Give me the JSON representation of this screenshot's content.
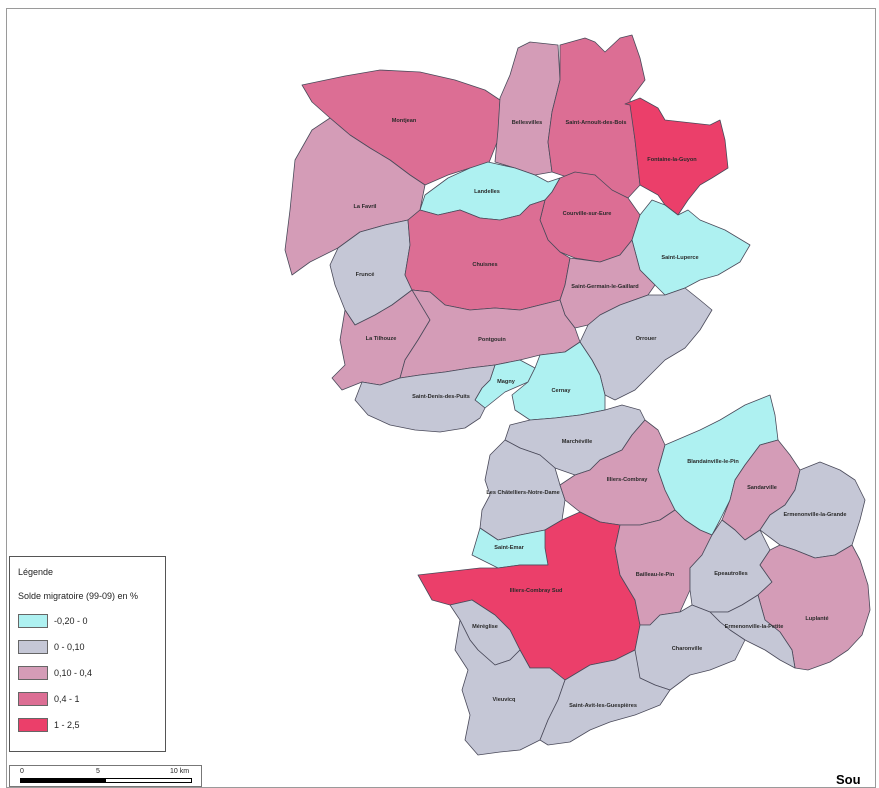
{
  "legend": {
    "title": "Légende",
    "subtitle": "Solde migratoire (99-09) en %",
    "classes": [
      {
        "label": "-0,20 - 0",
        "color": "#aef1f1"
      },
      {
        "label": "0 - 0,10",
        "color": "#c5c7d6"
      },
      {
        "label": "0,10 - 0,4",
        "color": "#d49cb7"
      },
      {
        "label": "0,4 - 1",
        "color": "#dc6e94"
      },
      {
        "label": "1 - 2,5",
        "color": "#eb3f6a"
      }
    ]
  },
  "scale_bar": {
    "labels": [
      "0",
      "5",
      "10 km"
    ]
  },
  "source_text": "Sou",
  "communes": [
    {
      "name": "Montjean",
      "class": 3
    },
    {
      "name": "Bellesvilles",
      "class": 2
    },
    {
      "name": "Saint-Arnoult-des-Bois",
      "class": 3
    },
    {
      "name": "Fontaine-la-Guyon",
      "class": 4
    },
    {
      "name": "Landelles",
      "class": 0
    },
    {
      "name": "La Favril",
      "class": 2
    },
    {
      "name": "Courville-sur-Eure",
      "class": 3
    },
    {
      "name": "Fruncé",
      "class": 1
    },
    {
      "name": "Chuisnes",
      "class": 3
    },
    {
      "name": "Saint-Luperce",
      "class": 0
    },
    {
      "name": "Saint-Germain-le-Gaillard",
      "class": 2
    },
    {
      "name": "La Tilhouze",
      "class": 2
    },
    {
      "name": "Pontgouin",
      "class": 2
    },
    {
      "name": "Orrouer",
      "class": 1
    },
    {
      "name": "Magny",
      "class": 0
    },
    {
      "name": "Cernay",
      "class": 0
    },
    {
      "name": "Saint-Denis-des-Puits",
      "class": 1
    },
    {
      "name": "Marchéville",
      "class": 1
    },
    {
      "name": "Les Châtelliers-Notre-Dame",
      "class": 1
    },
    {
      "name": "Illiers-Combray",
      "class": 2
    },
    {
      "name": "Blandainville-le-Pin",
      "class": 0
    },
    {
      "name": "Sandarville",
      "class": 2
    },
    {
      "name": "Ermenonville-la-Grande",
      "class": 1
    },
    {
      "name": "Saint-Emar",
      "class": 0
    },
    {
      "name": "Illiers-Combray Sud",
      "class": 4
    },
    {
      "name": "Méréglise",
      "class": 1
    },
    {
      "name": "Bailleau-le-Pin",
      "class": 2
    },
    {
      "name": "Epeautrolles",
      "class": 1
    },
    {
      "name": "Luplanté",
      "class": 2
    },
    {
      "name": "Ermenonville-la-Petite",
      "class": 1
    },
    {
      "name": "Charonville",
      "class": 1
    },
    {
      "name": "Vieuvicq",
      "class": 1
    },
    {
      "name": "Saint-Avit-les-Guespières",
      "class": 1
    }
  ]
}
